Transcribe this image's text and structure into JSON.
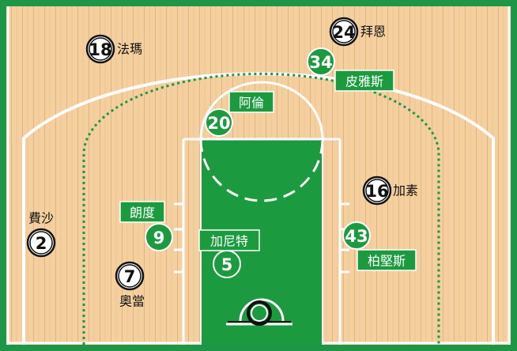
{
  "colors": {
    "court_border": "#1e9645",
    "floor_light": "#f4cfa0",
    "floor_dark": "#e6b886",
    "paint": "#1c9a40",
    "lines": "#ffffff",
    "dotted_line": "#1e9645",
    "tag_bg": "#1c9a40",
    "tag_text": "#ffffff",
    "ring": "#111111"
  },
  "teams": {
    "green": "green-filled marker with green name tag",
    "white": "white marker with plain black name"
  },
  "players": [
    {
      "id": "p18",
      "number": "18",
      "name": "法瑪",
      "team": "white"
    },
    {
      "id": "p24",
      "number": "24",
      "name": "拜恩",
      "team": "white"
    },
    {
      "id": "p34",
      "number": "34",
      "name": "皮雅斯",
      "team": "green"
    },
    {
      "id": "p20",
      "number": "20",
      "name": "阿倫",
      "team": "green"
    },
    {
      "id": "p16",
      "number": "16",
      "name": "加素",
      "team": "white"
    },
    {
      "id": "p2",
      "number": "2",
      "name": "費沙",
      "team": "white"
    },
    {
      "id": "p9",
      "number": "9",
      "name": "朗度",
      "team": "green"
    },
    {
      "id": "p5",
      "number": "5",
      "name": "加尼特",
      "team": "green"
    },
    {
      "id": "p43",
      "number": "43",
      "name": "柏堅斯",
      "team": "green"
    },
    {
      "id": "p7",
      "number": "7",
      "name": "奧當",
      "team": "white"
    }
  ]
}
